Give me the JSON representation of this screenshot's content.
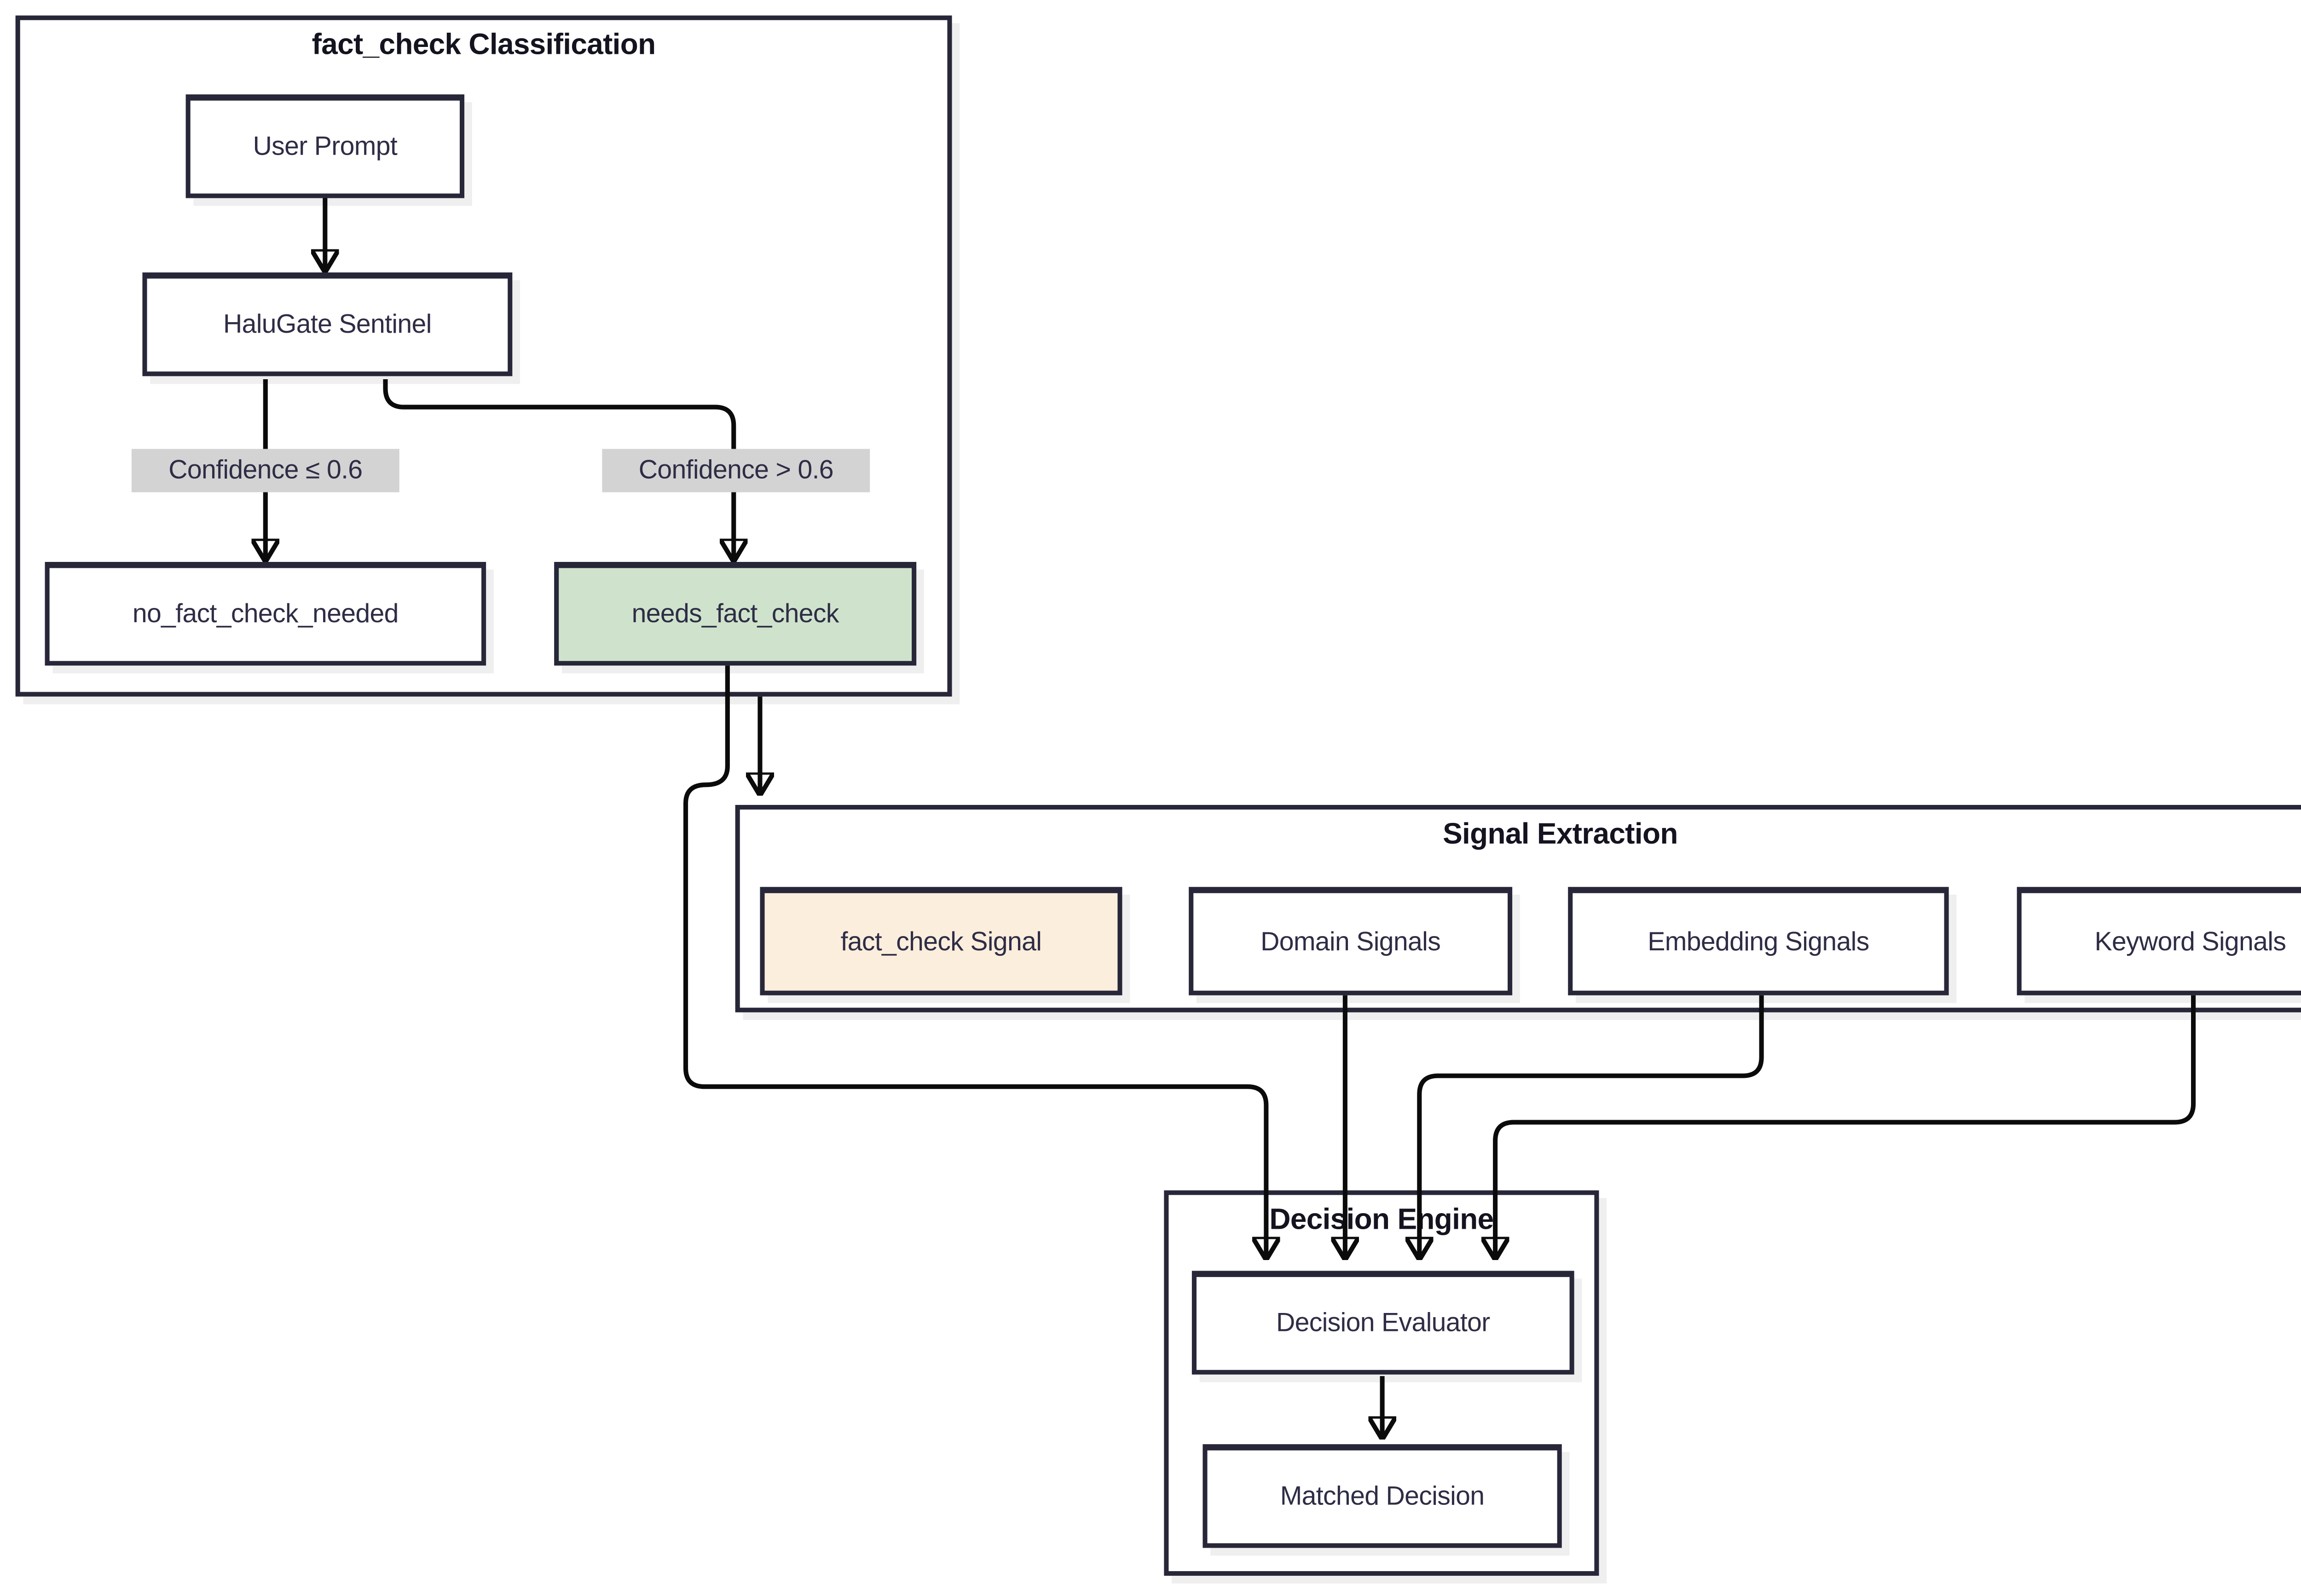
{
  "diagram": {
    "subgraphs": {
      "classification": {
        "title": "fact_check Classification"
      },
      "signal_extraction": {
        "title": "Signal Extraction"
      },
      "decision_engine": {
        "title": "Decision Engine"
      }
    },
    "nodes": {
      "user_prompt": "User Prompt",
      "halugate_sentinel": "HaluGate Sentinel",
      "no_fact_check_needed": "no_fact_check_needed",
      "needs_fact_check": "needs_fact_check",
      "fact_check_signal": "fact_check Signal",
      "domain_signals": "Domain Signals",
      "embedding_signals": "Embedding Signals",
      "keyword_signals": "Keyword Signals",
      "decision_evaluator": "Decision Evaluator",
      "matched_decision": "Matched Decision"
    },
    "edge_labels": {
      "low_confidence": "Confidence ≤ 0.6",
      "high_confidence": "Confidence > 0.6"
    },
    "colors": {
      "border": "#272739",
      "edge_line": "#0b0b0b",
      "node_fill": "#ffffff",
      "needs_fact_check_fill": "#cfe3cc",
      "fact_check_signal_fill": "#fceedd",
      "edge_label_bg": "#d3d3d3",
      "text": "#2e2d45",
      "title_text": "#141420",
      "shadow": "#efefef",
      "background": "#ffffff"
    }
  }
}
